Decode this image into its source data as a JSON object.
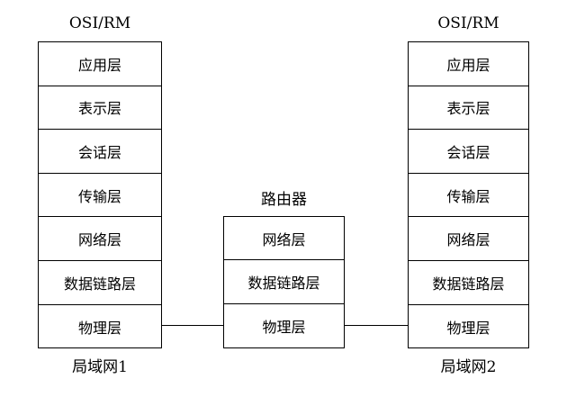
{
  "left": {
    "title": "OSI/RM",
    "layers": [
      "应用层",
      "表示层",
      "会话层",
      "传输层",
      "网络层",
      "数据链路层",
      "物理层"
    ],
    "caption": "局域网1"
  },
  "router": {
    "title": "路由器",
    "layers": [
      "网络层",
      "数据链路层",
      "物理层"
    ]
  },
  "right": {
    "title": "OSI/RM",
    "layers": [
      "应用层",
      "表示层",
      "会话层",
      "传输层",
      "网络层",
      "数据链路层",
      "物理层"
    ],
    "caption": "局域网2"
  }
}
